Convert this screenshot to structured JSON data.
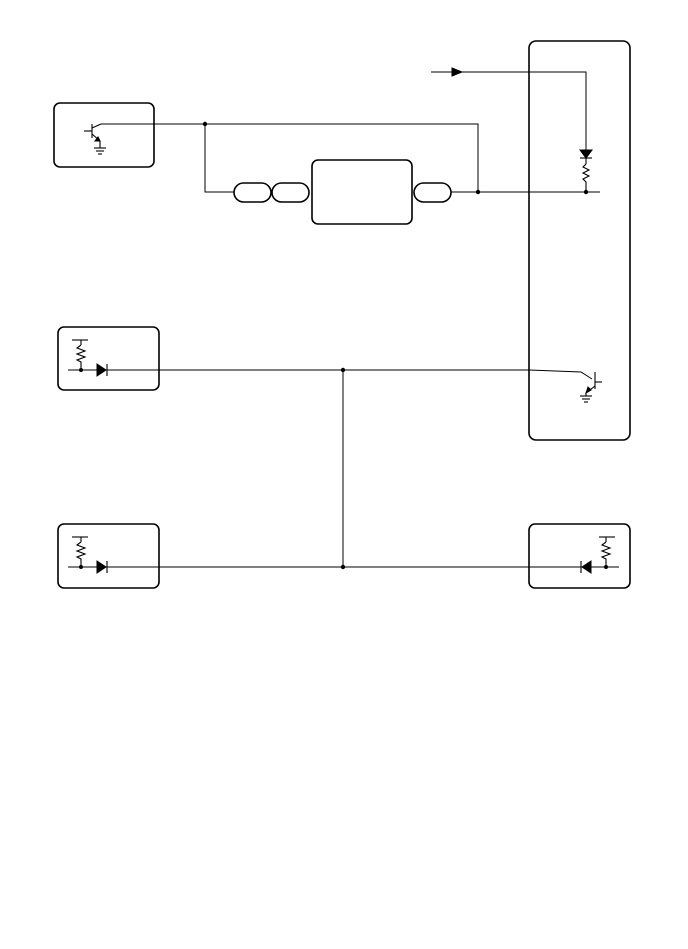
{
  "diagram": {
    "type": "wiring-schematic",
    "background": "#ffffff",
    "line_color": "#000000",
    "components": {
      "module_left_top": "transistor-to-ground-icon",
      "module_left_mid": "pull-up-resistor-diode-icon",
      "module_left_bottom": "pull-up-resistor-diode-icon",
      "module_right_bottom": "pull-up-resistor-diode-icon",
      "module_right_tall": [
        "diode-resistor-input-icon",
        "transistor-to-ground-icon"
      ],
      "center_block": "module-block",
      "connectors": [
        "connector-pill",
        "connector-pill",
        "connector-pill"
      ]
    },
    "junction_count": 5
  }
}
